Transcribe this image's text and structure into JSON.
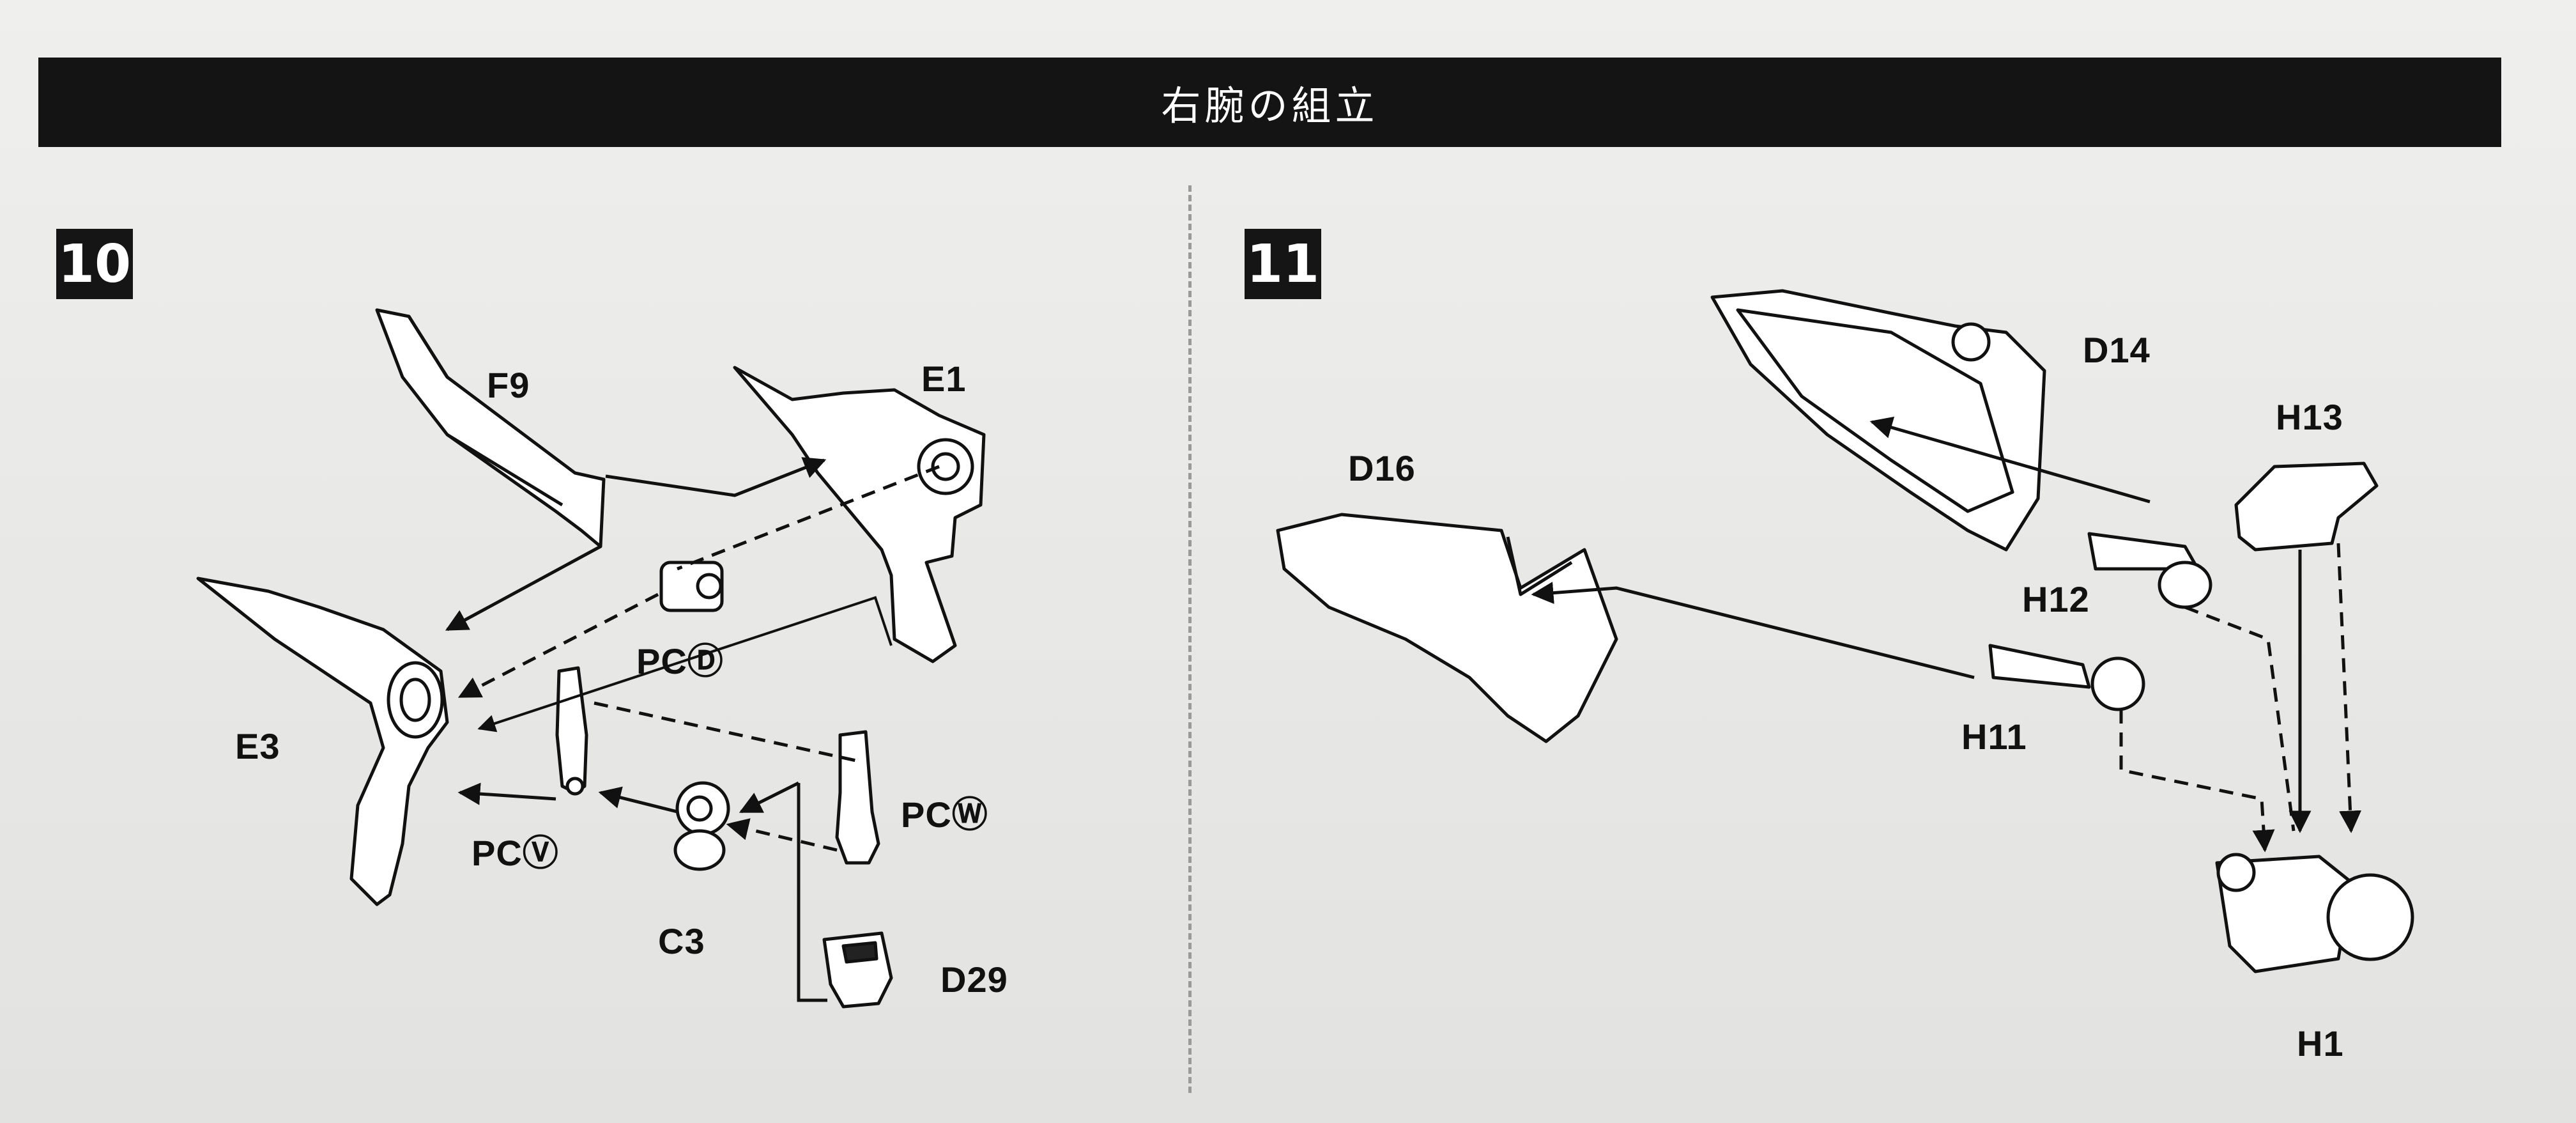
{
  "header": {
    "title": "右腕の組立"
  },
  "steps": [
    {
      "number": "10",
      "parts": {
        "f9": "F9",
        "e1": "E1",
        "e3": "E3",
        "pc_d": "PCⒹ",
        "pc_v": "PCⓋ",
        "pc_w": "PCⓌ",
        "c3": "C3",
        "d29": "D29"
      }
    },
    {
      "number": "11",
      "parts": {
        "d14": "D14",
        "d16": "D16",
        "h13": "H13",
        "h12": "H12",
        "h11": "H11",
        "h1": "H1"
      }
    }
  ],
  "colors": {
    "header_bg": "#141414",
    "header_text": "#ffffff",
    "paper": "#eaeae8",
    "line": "#111111"
  }
}
